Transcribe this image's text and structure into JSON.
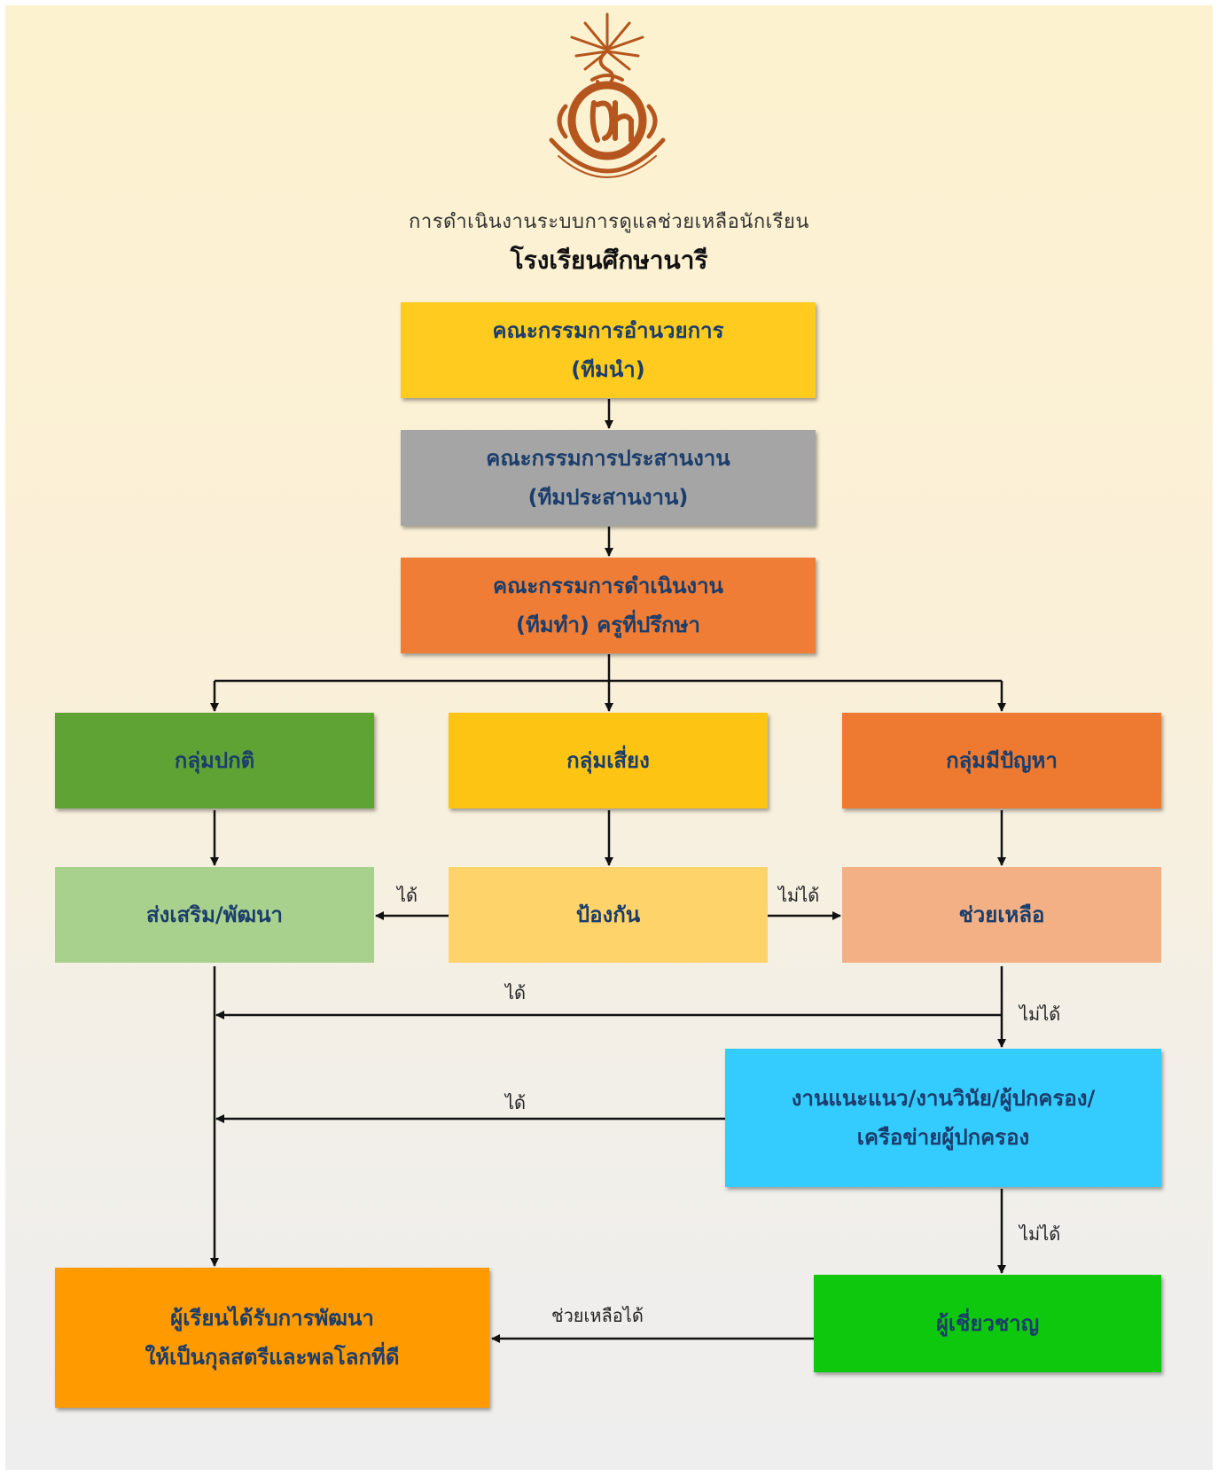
{
  "header": {
    "subtitle": "การดำเนินงานระบบการดูแลช่วยเหลือนักเรียน",
    "school": "โรงเรียนศึกษานารี"
  },
  "colors": {
    "board": "#fecb1e",
    "coordination": "#a5a5a5",
    "operation": "#ef7d35",
    "normal": "#5fa334",
    "risk": "#fdc414",
    "problem": "#ed7a30",
    "promote": "#a9d18e",
    "prevent": "#fed46a",
    "help": "#f2b084",
    "guidance": "#34ccfe",
    "expert": "#0ec80e",
    "outcome": "#ff9a01"
  },
  "boxes": {
    "board": [
      "คณะกรรมการอำนวยการ",
      "(ทีมนำ)"
    ],
    "coordination": [
      "คณะกรรมการประสานงาน",
      "(ทีมประสานงาน)"
    ],
    "operation": [
      "คณะกรรมการดำเนินงาน",
      "(ทีมทำ) ครูที่ปรึกษา"
    ],
    "normal": "กลุ่มปกติ",
    "risk": "กลุ่มเสี่ยง",
    "problem": "กลุ่มมีปัญหา",
    "promote": "ส่งเสริม/พัฒนา",
    "prevent": "ป้องกัน",
    "help": "ช่วยเหลือ",
    "guidance": [
      "งานแนะแนว/งานวินัย/ผู้ปกครอง/",
      "เครือข่ายผู้ปกครอง"
    ],
    "expert": "ผู้เชี่ยวชาญ",
    "outcome": [
      "ผู้เรียนได้รับการพัฒนา",
      "ให้เป็นกุลสตรีและพลโลกที่ดี"
    ]
  },
  "edge_labels": {
    "prevent_to_promote": "ได้",
    "prevent_to_help": "ไม่ได้",
    "help_to_main": "ได้",
    "help_to_guidance": "ไม่ได้",
    "guidance_to_main": "ได้",
    "guidance_to_expert": "ไม่ได้",
    "expert_to_outcome": "ช่วยเหลือได้"
  }
}
